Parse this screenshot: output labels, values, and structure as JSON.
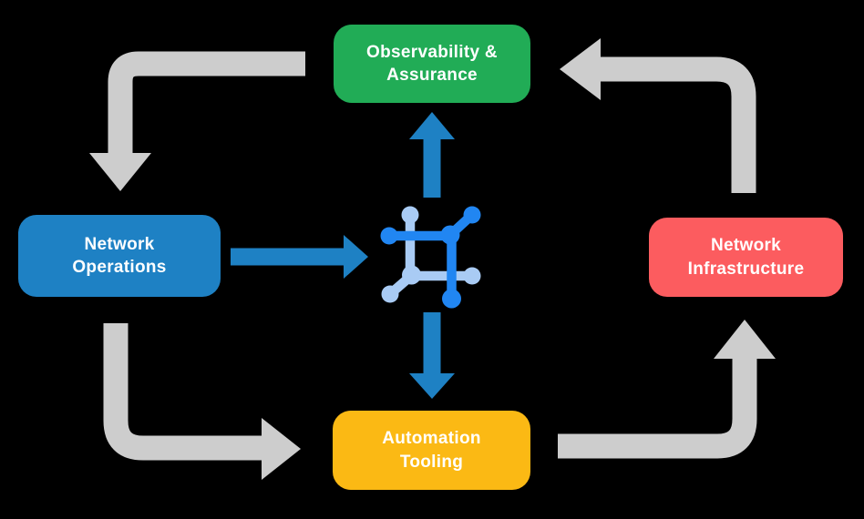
{
  "diagram": {
    "title": "network automation lifecycle diagram",
    "background": "#000000",
    "nodes": {
      "observability": {
        "line1": "Observability &",
        "line2": "Assurance"
      },
      "operations": {
        "line1": "Network",
        "line2": "Operations"
      },
      "infrastructure": {
        "line1": "Network",
        "line2": "Infrastructure"
      },
      "automation": {
        "line1": "Automation",
        "line2": "Tooling"
      }
    },
    "icon": {
      "name": "network-automation-icon"
    }
  },
  "colors": {
    "observability": "#21AC56",
    "operations": "#1E81C4",
    "infrastructure": "#FC5C5F",
    "automation": "#FBB914",
    "flow_arrow": "#CDCDCD",
    "data_arrow": "#1E81C4",
    "icon_primary": "#2186F2",
    "icon_secondary": "#A9CBF4",
    "label_text": "#FFFFFF"
  }
}
